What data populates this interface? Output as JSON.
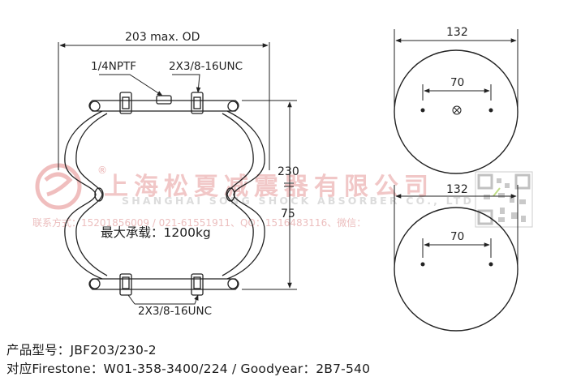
{
  "dimensions": {
    "max_od": "203 max. OD",
    "port": "1/4NPTF",
    "top_studs": "2X3/8-16UNC",
    "bottom_studs": "2X3/8-16UNC",
    "height_max": "230",
    "height_min": "75",
    "plate_top_diameter": "132",
    "plate_top_bolt_spacing": "70",
    "plate_bottom_diameter": "132",
    "plate_bottom_bolt_spacing": "70",
    "load": "最大承载：1200kg"
  },
  "watermark": {
    "company_cn": "上海松夏减震器有限公司",
    "company_en": "SHANGHAI SONG SHOCK ABSORBER CO., LTD",
    "contact": "联系方式：15201856009 / 021-61551911、QQ：1516483116、微信：",
    "registered": "®",
    "colors": {
      "cn": "#e8a8a8",
      "en": "#dcdcdc",
      "contact": "#e6b0b0"
    }
  },
  "specs": {
    "model": "产品型号：JBF203/230-2",
    "cross_ref": "对应Firestone：W01-358-3400/224 / Goodyear：2B7-540"
  }
}
